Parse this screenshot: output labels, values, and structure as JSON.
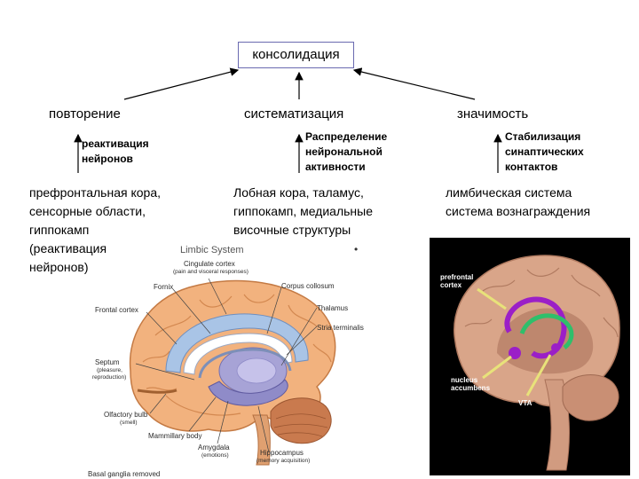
{
  "top_node": {
    "label": "консолидация"
  },
  "branches": [
    {
      "label": "повторение",
      "mechanism": "реактивация\nнейронов",
      "regions": "префронтальная кора,\nсенсорные области,\nгиппокамп\n(реактивация\nнейронов)"
    },
    {
      "label": "систематизация",
      "mechanism": "Распределение\nнейрональной\nактивности",
      "regions": "Лобная кора, таламус,\nгиппокамп, медиальные\nвисочные структуры"
    },
    {
      "label": "значимость",
      "mechanism": "Стабилизация\nсинаптических\nконтактов",
      "regions": "лимбическая система\nсистема вознаграждения"
    }
  ],
  "limbic_figure": {
    "title": "Limbic System",
    "bullet": "•",
    "labels": {
      "cingulate": "Cingulate cortex",
      "cingulate_sub": "(pain and visceral responses)",
      "fornix": "Fornix",
      "corpus_callosum": "Corpus collosum",
      "frontal": "Frontal cortex",
      "thalamus": "Thalamus",
      "stria": "Stria terminalis",
      "septum": "Septum",
      "septum_sub1": "(pleasure,",
      "septum_sub2": "reproduction)",
      "olfactory": "Olfactory bulb",
      "olfactory_sub": "(smell)",
      "mammillary": "Mammillary body",
      "amygdala": "Amygdala",
      "amygdala_sub": "(emotions)",
      "hippocampus": "Hippocampus",
      "hippocampus_sub": "(memory acquisition)",
      "footer": "Basal ganglia removed"
    }
  },
  "reward_figure": {
    "prefrontal": "prefrontal\ncortex",
    "nucleus": "nucleus\naccumbens",
    "vta": "VTA"
  },
  "colors": {
    "brain_outer": "#f2b27e",
    "brain_dark": "#d98c55",
    "limbic_blue": "#a9c4e6",
    "limbic_purple": "#a7a3d6",
    "cerebellum": "#c97a4e",
    "photo_brain": "#d9a589",
    "pathway_purple": "#9b1fc7",
    "pathway_green": "#2fbf6b",
    "pointer_yellow": "#e8e27a"
  }
}
